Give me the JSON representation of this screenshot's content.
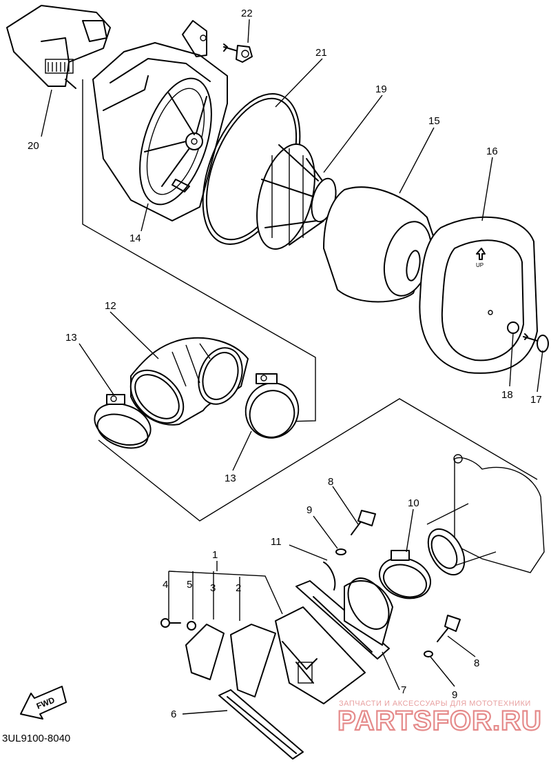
{
  "diagram": {
    "callouts": {
      "n1": "1",
      "n2": "2",
      "n3": "3",
      "n4": "4",
      "n5": "5",
      "n6": "6",
      "n7": "7",
      "n8a": "8",
      "n8b": "8",
      "n9a": "9",
      "n9b": "9",
      "n10": "10",
      "n11": "11",
      "n12": "12",
      "n13a": "13",
      "n13b": "13",
      "n14": "14",
      "n15": "15",
      "n16": "16",
      "n17": "17",
      "n18": "18",
      "n19": "19",
      "n20": "20",
      "n21": "21",
      "n22": "22"
    },
    "diagram_code": "3UL9100-8040",
    "fwd_label": "FWD",
    "cover_up_label": "UP"
  },
  "watermark": {
    "caption": "ЗАПЧАСТИ И АКСЕССУАРЫ ДЛЯ МОТОТЕХНИКИ",
    "brand": "PARTSFOR.RU",
    "color": "#e58a8a"
  }
}
